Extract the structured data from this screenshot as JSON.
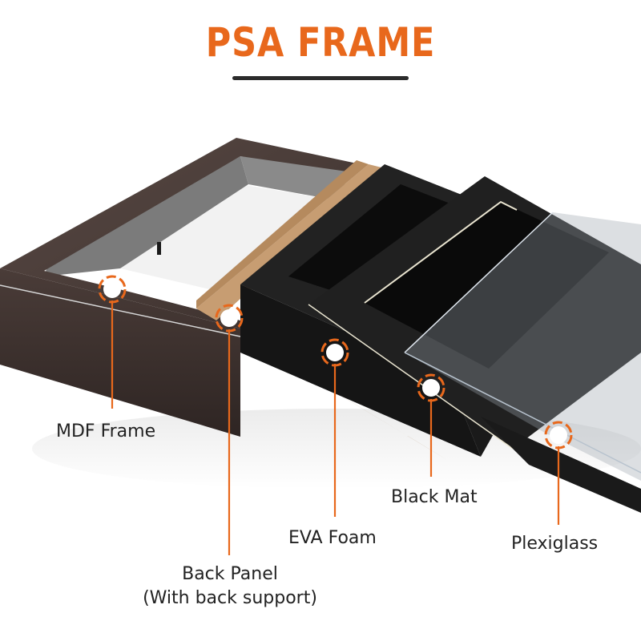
{
  "header": {
    "title": "PSA FRAME"
  },
  "colors": {
    "accent": "#e8681c",
    "underline": "#2b2b2b",
    "frame_wood": "#3e3330",
    "back_panel": "#c49a6c",
    "foam": "#1c1c1c",
    "label_text": "#222222"
  },
  "components": [
    {
      "id": "mdf-frame",
      "label": "MDF Frame",
      "icon": "marker-dot-icon"
    },
    {
      "id": "back-panel",
      "label": "Back Panel",
      "sublabel": "(With back support)",
      "icon": "marker-dot-icon"
    },
    {
      "id": "eva-foam",
      "label": "EVA Foam",
      "icon": "marker-dot-icon"
    },
    {
      "id": "black-mat",
      "label": "Black Mat",
      "icon": "marker-dot-icon"
    },
    {
      "id": "plexiglass",
      "label": "Plexiglass",
      "icon": "marker-dot-icon"
    }
  ]
}
